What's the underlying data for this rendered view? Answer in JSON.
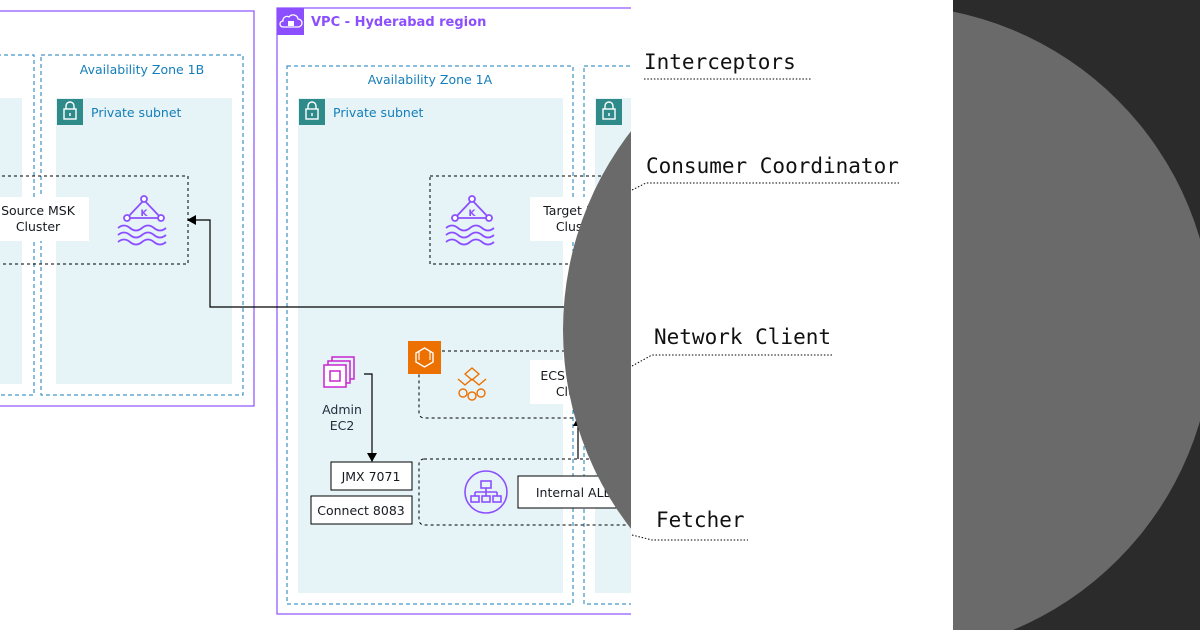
{
  "vpc": {
    "title": "VPC - Hyderabad region"
  },
  "zones": {
    "left": {
      "title": "Availability Zone 1B",
      "subnet": "Private subnet"
    },
    "center": {
      "title": "Availability Zone 1A",
      "subnet": "Private subnet"
    }
  },
  "services": {
    "source_msk": {
      "line1": "Source MSK",
      "line2": "Cluster"
    },
    "target_msk": {
      "line1": "Target MSK",
      "line2": "Cluster"
    },
    "ecs": {
      "line1": "ECS Fargate",
      "line2": "Cluster"
    },
    "admin_ec2": {
      "line1": "Admin",
      "line2": "EC2"
    },
    "jmx": "JMX 7071",
    "connect": "Connect 8083",
    "alb": "Internal ALB",
    "kafka_letter": "K"
  },
  "annotations": {
    "interceptors": "Interceptors",
    "consumer_coordinator": "Consumer Coordinator",
    "network_client": "Network Client",
    "fetcher": "Fetcher"
  },
  "colors": {
    "vpc_border": "#8c4fff",
    "zone_border": "#147eba",
    "subnet_fill": "#e6f4f7",
    "ec2_purple": "#c925d1",
    "ecs_orange": "#ed7100",
    "msk_purple": "#8c4fff",
    "dark_panel": "#2b2b2b",
    "circle_grey": "#6a6a6a"
  },
  "icons": {
    "vpc": "cloud-lock-icon",
    "subnet": "padlock-icon",
    "msk": "kafka-icon",
    "ec2": "ec2-chip-icon",
    "ecs": "ecs-icon",
    "fargate": "fargate-icon",
    "alb": "load-balancer-icon"
  }
}
